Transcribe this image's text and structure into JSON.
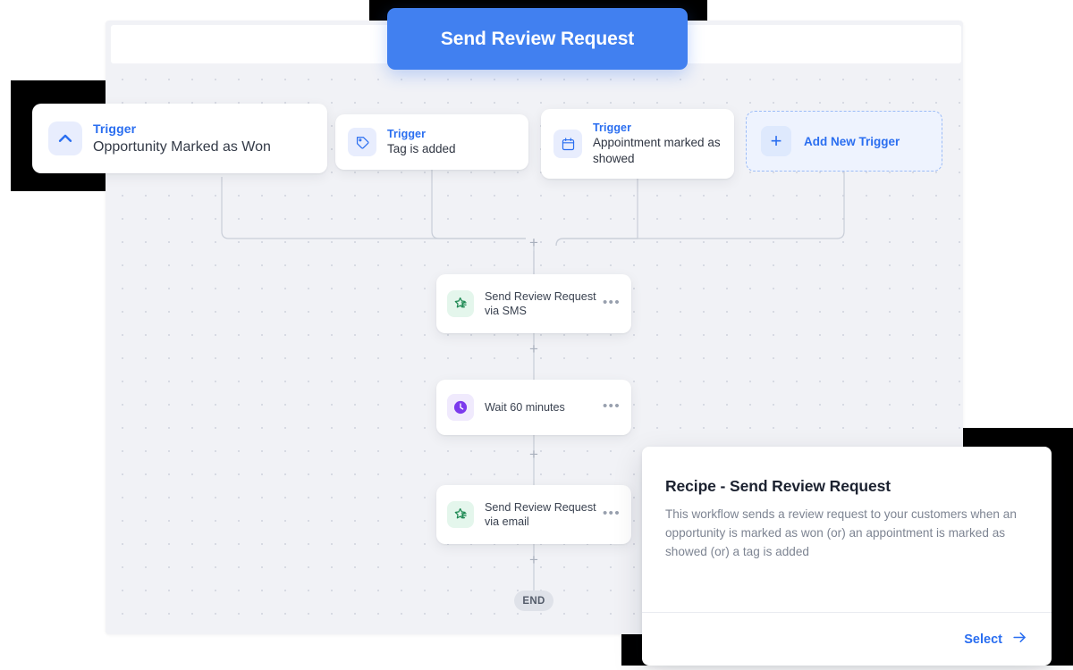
{
  "floating_button": {
    "label": "Send Review Request"
  },
  "canvas": {
    "triggers": [
      {
        "kicker": "Trigger",
        "title": "Opportunity Marked as Won",
        "icon": "chevron-up-icon"
      },
      {
        "kicker": "Trigger",
        "title": "Tag is added",
        "icon": "tag-icon"
      },
      {
        "kicker": "Trigger",
        "title": "Appointment marked as showed",
        "icon": "calendar-icon"
      }
    ],
    "add_trigger": {
      "label": "Add New Trigger",
      "icon": "plus-icon"
    },
    "actions": [
      {
        "label": "Send Review Request via SMS",
        "icon": "review-star-icon",
        "menu": "•••"
      },
      {
        "label": "Wait 60 minutes",
        "icon": "clock-icon",
        "menu": "•••"
      },
      {
        "label": "Send Review Request via email",
        "icon": "review-star-icon",
        "menu": "•••"
      }
    ],
    "add_step_symbol": "+",
    "end_label": "END"
  },
  "recipe_panel": {
    "title": "Recipe - Send Review Request",
    "description": "This workflow sends a review request to your customers when an opportunity is marked as won (or) an appointment is marked as showed (or) a tag is added",
    "select_label": "Select",
    "select_icon": "arrow-right-icon"
  },
  "colors": {
    "accent_blue": "#2a6ef0",
    "button_blue": "#4180f0",
    "canvas_bg": "#f1f2f6",
    "icon_green_bg": "#e4f6ec",
    "icon_purple": "#7c3aed",
    "black_block": "#000000"
  }
}
